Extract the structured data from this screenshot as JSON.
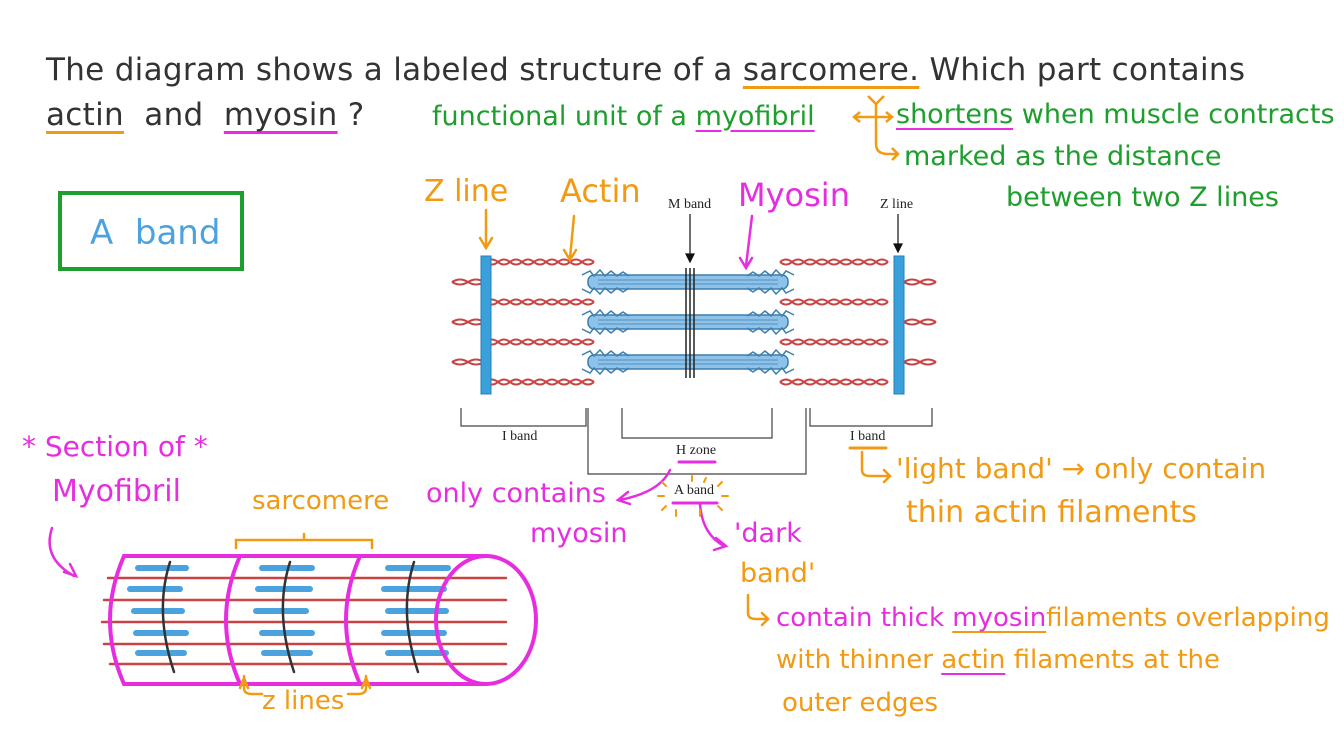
{
  "question": {
    "line1_a": "The diagram shows a labeled structure of a",
    "line1_b": "sarcomere.",
    "line1_c": "Which part contains",
    "line2_a": "actin",
    "line2_b": "and",
    "line2_c": "myosin",
    "line2_d": "?"
  },
  "answer": {
    "text": "A  band"
  },
  "notes": {
    "functional_unit_a": "functional unit of a",
    "functional_unit_b": "myofibril",
    "shortens_a": "shortens",
    "shortens_b": "when muscle contracts",
    "marked_1": "marked as the distance",
    "marked_2": "between two Z lines"
  },
  "diagram_labels": {
    "z_line_hand": "Z line",
    "actin_hand": "Actin",
    "myosin_hand": "Myosin",
    "m_band": "M band",
    "z_line_print": "Z line",
    "i_band_left": "I band",
    "i_band_right": "I band",
    "h_zone": "H zone",
    "a_band": "A band"
  },
  "annotations": {
    "only_contains_1": "only contains",
    "only_contains_2": "myosin",
    "light_band_1": "'light band'",
    "light_band_arrow": "→",
    "light_band_2": "only contain",
    "light_band_3": "thin",
    "light_band_4": "actin filaments",
    "dark_band_1": "'dark",
    "dark_band_2": "band'",
    "contain_1": "contain thick",
    "contain_2": "myosin",
    "contain_3": "filaments overlapping",
    "contain_4": "with thinner",
    "contain_5": "actin",
    "contain_6": "filaments at the",
    "contain_7": "outer edges"
  },
  "myofibril": {
    "title_1": "* Section of *",
    "title_2": "Myofibril",
    "sarcomere": "sarcomere",
    "z_lines": "z lines"
  },
  "colors": {
    "green": "#1e9e2d",
    "orange": "#f29a13",
    "magenta": "#e62ee0",
    "blue": "#4aa3df",
    "red_filament": "#c94343",
    "dark_text": "#333333"
  }
}
